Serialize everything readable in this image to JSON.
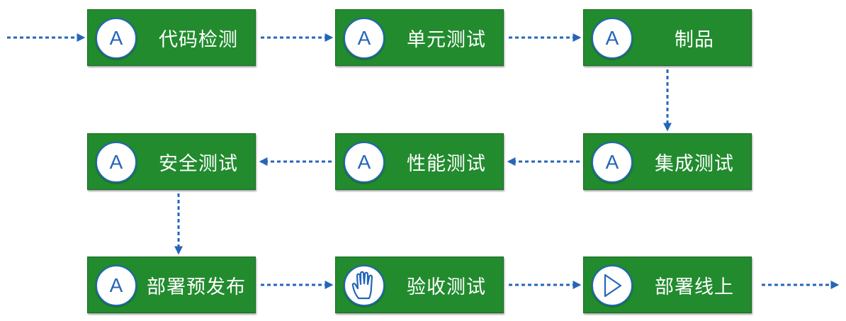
{
  "diagram": {
    "title": "",
    "colors": {
      "node_fill": "#228b2e",
      "node_text": "#ffffff",
      "icon_stroke": "#2466b8",
      "arrow": "#2466b8"
    },
    "nodes": [
      {
        "id": "code-check",
        "label": "代码检测",
        "icon": "auto",
        "glyph": "A"
      },
      {
        "id": "unit-test",
        "label": "单元测试",
        "icon": "auto",
        "glyph": "A"
      },
      {
        "id": "artifact",
        "label": "制品",
        "icon": "auto",
        "glyph": "A"
      },
      {
        "id": "integration-test",
        "label": "集成测试",
        "icon": "auto",
        "glyph": "A"
      },
      {
        "id": "performance-test",
        "label": "性能测试",
        "icon": "auto",
        "glyph": "A"
      },
      {
        "id": "security-test",
        "label": "安全测试",
        "icon": "auto",
        "glyph": "A"
      },
      {
        "id": "pre-release-deploy",
        "label": "部署预发布",
        "icon": "auto",
        "glyph": "A"
      },
      {
        "id": "acceptance-test",
        "label": "验收测试",
        "icon": "manual",
        "glyph": "hand"
      },
      {
        "id": "deploy-online",
        "label": "部署线上",
        "icon": "play",
        "glyph": "play"
      }
    ],
    "edges": [
      {
        "from": "start",
        "to": "code-check"
      },
      {
        "from": "code-check",
        "to": "unit-test"
      },
      {
        "from": "unit-test",
        "to": "artifact"
      },
      {
        "from": "artifact",
        "to": "integration-test"
      },
      {
        "from": "integration-test",
        "to": "performance-test"
      },
      {
        "from": "performance-test",
        "to": "security-test"
      },
      {
        "from": "security-test",
        "to": "pre-release-deploy"
      },
      {
        "from": "pre-release-deploy",
        "to": "acceptance-test"
      },
      {
        "from": "acceptance-test",
        "to": "deploy-online"
      },
      {
        "from": "deploy-online",
        "to": "end"
      }
    ]
  }
}
